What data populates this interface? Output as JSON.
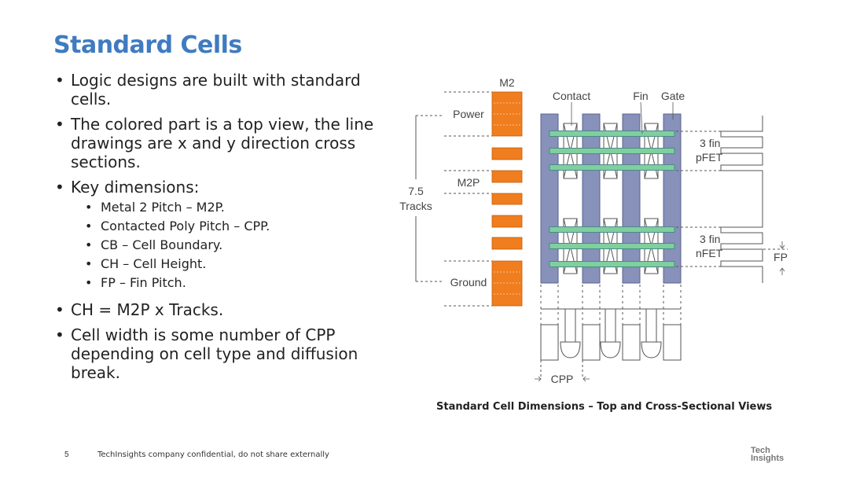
{
  "slide": {
    "title": "Standard Cells",
    "bullets": [
      "Logic designs are built with standard cells.",
      "The colored part is a top view, the line drawings are x and y direction cross sections.",
      "Key dimensions:",
      "CH = M2P x Tracks.",
      "Cell width is some number of CPP depending on cell type and diffusion break."
    ],
    "sub_bullets": [
      "Metal 2 Pitch – M2P.",
      "Contacted Poly Pitch – CPP.",
      "CB – Cell Boundary.",
      "CH – Cell Height.",
      "FP – Fin Pitch."
    ]
  },
  "diagram": {
    "labels": {
      "m2": "M2",
      "power": "Power",
      "m2p": "M2P",
      "ground": "Ground",
      "tracks_value": "7.5",
      "tracks": "Tracks",
      "contact": "Contact",
      "fin": "Fin",
      "gate": "Gate",
      "pfet_count": "3 fin",
      "pfet": "pFET",
      "nfet_count": "3 fin",
      "nfet": "nFET",
      "fp": "FP",
      "cpp": "CPP"
    },
    "caption": "Standard Cell Dimensions – Top and Cross-Sectional Views",
    "colors": {
      "metal": "#f07d1e",
      "gate": "#8791b9",
      "fin": "#7fcf9f"
    }
  },
  "footer": {
    "page_number": "5",
    "confidential": "TechInsights company confidential, do not share externally",
    "logo": "Tech Insights"
  }
}
